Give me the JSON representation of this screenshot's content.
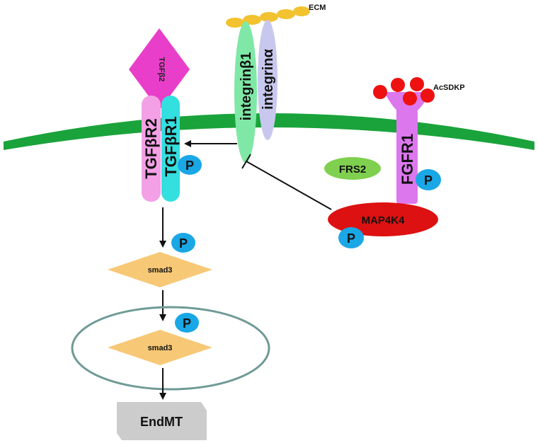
{
  "labels": {
    "ecm": "ECM",
    "tgfb2": "TGFβ2",
    "tgfbr2": "TGFβR2",
    "tgfbr1": "TGFβR1",
    "integrin_b1": "integrinβ1",
    "integrin_a": "integrinα",
    "acsdkp": "AcSDKP",
    "fgfr1": "FGFR1",
    "frs2": "FRS2",
    "map4k4": "MAP4K4",
    "phospho": "P",
    "smad3_cyto": "smad3",
    "smad3_nucleus": "smad3",
    "endmt": "EndMT"
  },
  "colors": {
    "membrane": "#1aa33b",
    "tgfb2": "#e83ec9",
    "tgfbr2": "#f3a0e6",
    "tgfbr1": "#34dfdf",
    "integrin_b1": "#7fe8a6",
    "integrin_a": "#c8c8ee",
    "ecm": "#f2c230",
    "fgfr1": "#dd77ee",
    "acsdkp": "#ee1111",
    "frs2": "#7fd04e",
    "map4k4": "#dd1111",
    "phospho": "#1aa7e6",
    "smad3": "#f7c876",
    "nucleus": "#6f9a96",
    "endmt": "#cccccc"
  }
}
